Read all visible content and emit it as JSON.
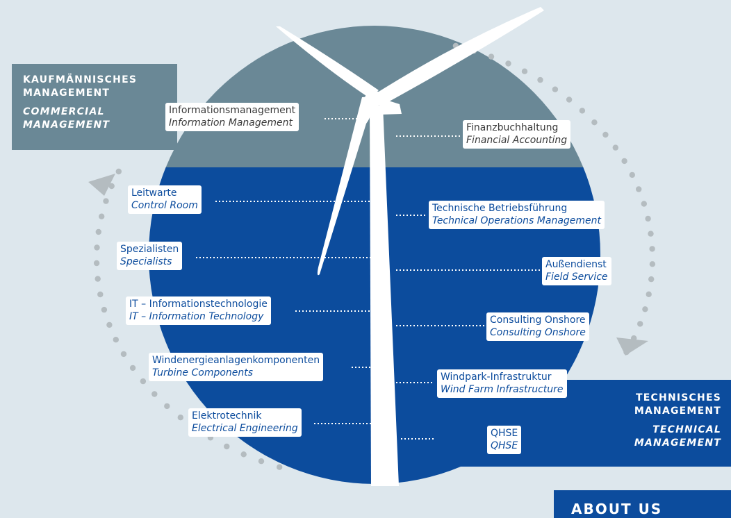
{
  "panels": {
    "commercial": {
      "title_de": "KAUFMÄNNISCHES MANAGEMENT",
      "title_en": "COMMERCIAL MANAGEMENT",
      "color": "#6a8896"
    },
    "technical": {
      "title_de": "TECHNISCHES MANAGEMENT",
      "title_en": "TECHNICAL MANAGEMENT",
      "color": "#0c4c9d"
    }
  },
  "labels_left": [
    {
      "de": "Informationsmanagement",
      "en": "Information Management"
    },
    {
      "de": "Leitwarte",
      "en": "Control Room"
    },
    {
      "de": "Spezialisten",
      "en": "Specialists"
    },
    {
      "de": "IT – Informationstechnologie",
      "en": "IT – Information Technology"
    },
    {
      "de": "Windenergieanlagenkomponenten",
      "en": "Turbine Components"
    },
    {
      "de": "Elektrotechnik",
      "en": "Electrical Engineering"
    }
  ],
  "labels_right": [
    {
      "de": "Finanzbuchhaltung",
      "en": "Financial Accounting"
    },
    {
      "de": "Technische Betriebsführung",
      "en": "Technical Operations Management"
    },
    {
      "de": "Außendienst",
      "en": "Field Service"
    },
    {
      "de": "Consulting Onshore",
      "en": "Consulting Onshore"
    },
    {
      "de": "Windpark-Infrastruktur",
      "en": "Wind Farm Infrastructure"
    },
    {
      "de": "QHSE",
      "en": "QHSE"
    }
  ],
  "about_button": {
    "label": "ABOUT US"
  },
  "colors": {
    "background": "#dde7ed",
    "commercial": "#6a8896",
    "technical": "#0c4c9d",
    "arrow": "#b4bcc0"
  },
  "icons": [
    "wind-turbine-icon",
    "cycle-arrow-icon"
  ]
}
